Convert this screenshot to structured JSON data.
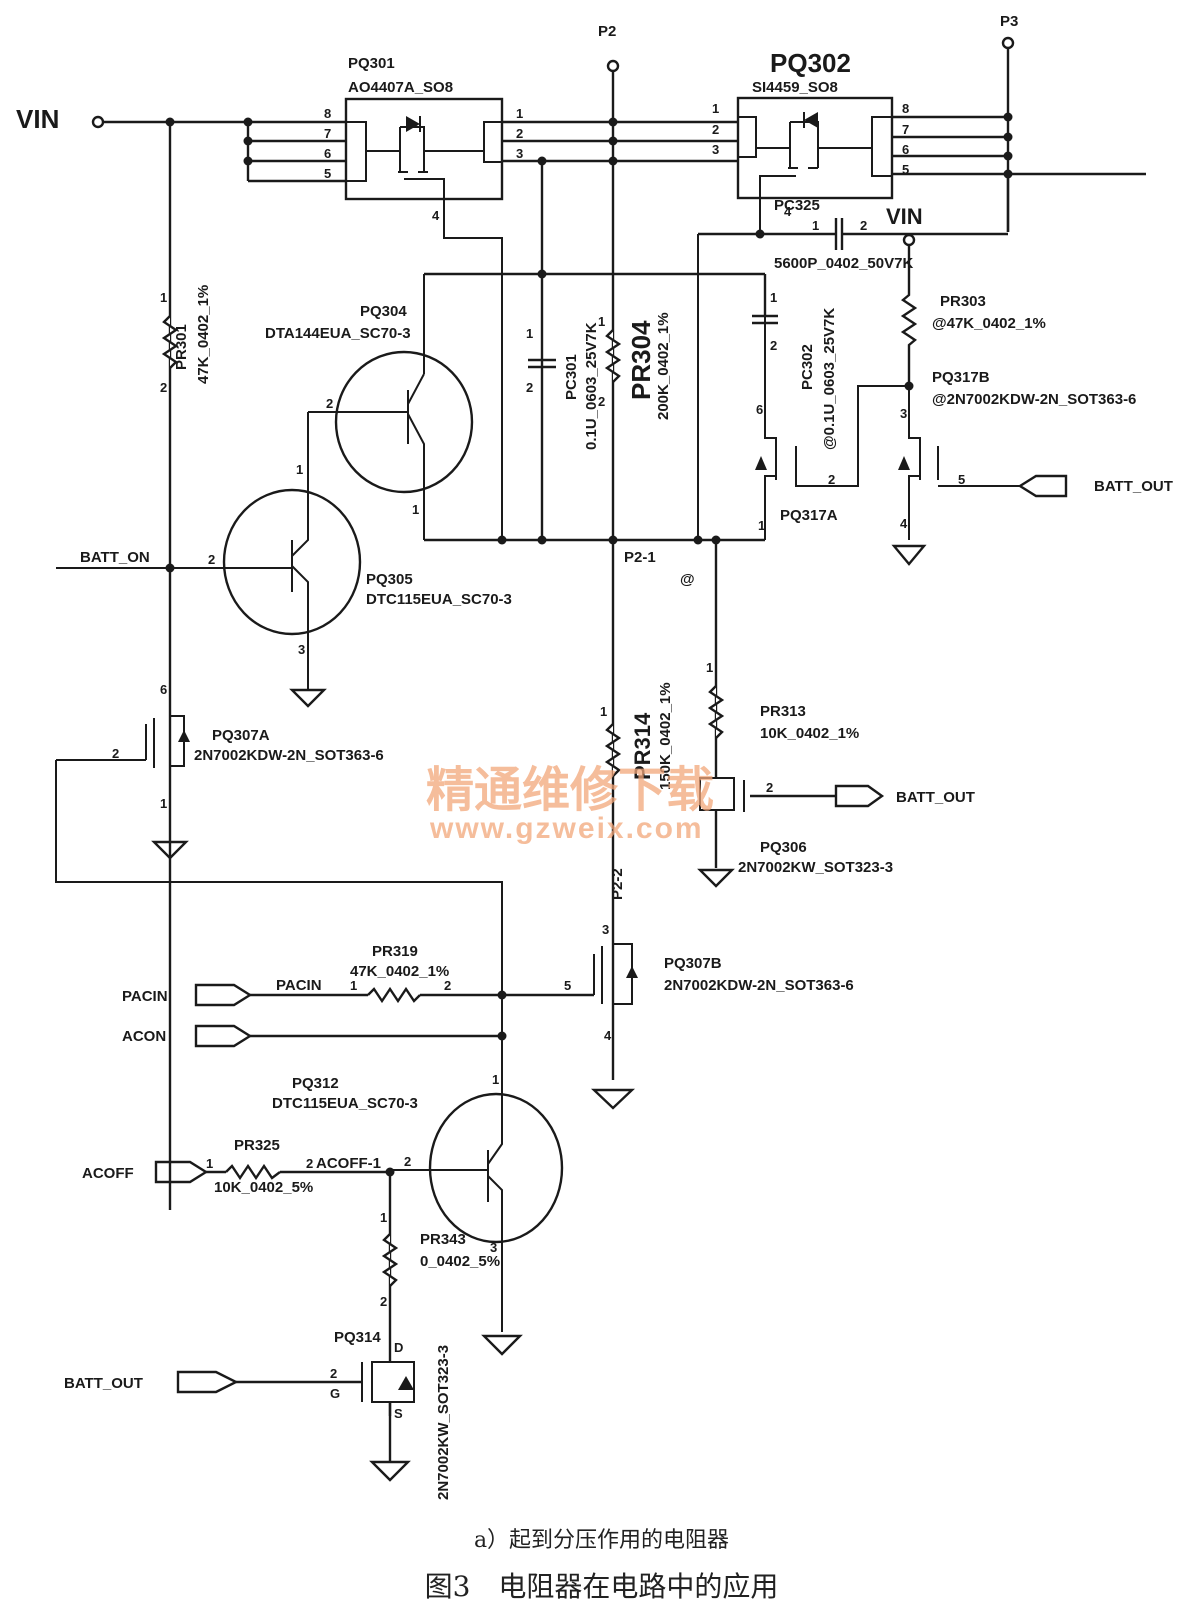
{
  "nets": {
    "vin": "VIN",
    "vin2": "VIN",
    "p2": "P2",
    "p3": "P3",
    "p2_1": "P2-1",
    "p2_2": "P2-2",
    "batt_on": "BATT_ON",
    "pacin_port": "PACIN",
    "pacin_net": "PACIN",
    "acon": "ACON",
    "acoff": "ACOFF",
    "acoff_1": "ACOFF-1",
    "batt_out_1": "BATT_OUT",
    "batt_out_2": "BATT_OUT",
    "batt_out_3": "BATT_OUT",
    "at_mark": "@"
  },
  "components": {
    "pq301": {
      "ref": "PQ301",
      "value": "AO4407A_SO8"
    },
    "pq302": {
      "ref": "PQ302",
      "value": "SI4459_SO8"
    },
    "pc325": {
      "ref": "PC325",
      "value": "5600P_0402_50V7K"
    },
    "pr303": {
      "ref": "PR303",
      "value": "@47K_0402_1%"
    },
    "pq317b": {
      "ref": "PQ317B",
      "value": "@2N7002KDW-2N_SOT363-6"
    },
    "pq317a": {
      "ref": "PQ317A"
    },
    "pc302": {
      "ref": "PC302",
      "value": "@0.1U_0603_25V7K"
    },
    "pr304": {
      "ref": "PR304",
      "value": "200K_0402_1%"
    },
    "pc301": {
      "ref": "PC301",
      "value": "0.1U_0603_25V7K"
    },
    "pr301": {
      "ref": "PR301",
      "value": "47K_0402_1%"
    },
    "pq304": {
      "ref": "PQ304",
      "value": "DTA144EUA_SC70-3"
    },
    "pq305": {
      "ref": "PQ305",
      "value": "DTC115EUA_SC70-3"
    },
    "pq307a": {
      "ref": "PQ307A",
      "value": "2N7002KDW-2N_SOT363-6"
    },
    "pr314": {
      "ref": "PR314",
      "value": "150K_0402_1%"
    },
    "pr313": {
      "ref": "PR313",
      "value": "10K_0402_1%"
    },
    "pq306": {
      "ref": "PQ306",
      "value": "2N7002KW_SOT323-3"
    },
    "pr319": {
      "ref": "PR319",
      "value": "47K_0402_1%"
    },
    "pq307b": {
      "ref": "PQ307B",
      "value": "2N7002KDW-2N_SOT363-6"
    },
    "pq312": {
      "ref": "PQ312",
      "value": "DTC115EUA_SC70-3"
    },
    "pr325": {
      "ref": "PR325",
      "value": "10K_0402_5%"
    },
    "pr343": {
      "ref": "PR343",
      "value": "0_0402_5%"
    },
    "pq314": {
      "ref": "PQ314",
      "value": "2N7002KW_SOT323-3"
    }
  },
  "pins": {
    "n1": "1",
    "n2": "2",
    "n3": "3",
    "n4": "4",
    "n5": "5",
    "n6": "6",
    "n7": "7",
    "n8": "8",
    "d": "D",
    "g": "G",
    "s": "S"
  },
  "watermark": {
    "cn": "精通维修下载",
    "url": "www.gzweix.com"
  },
  "caption": {
    "sub": "a）起到分压作用的电阻器",
    "figure": "图3　电阻器在电路中的应用"
  }
}
